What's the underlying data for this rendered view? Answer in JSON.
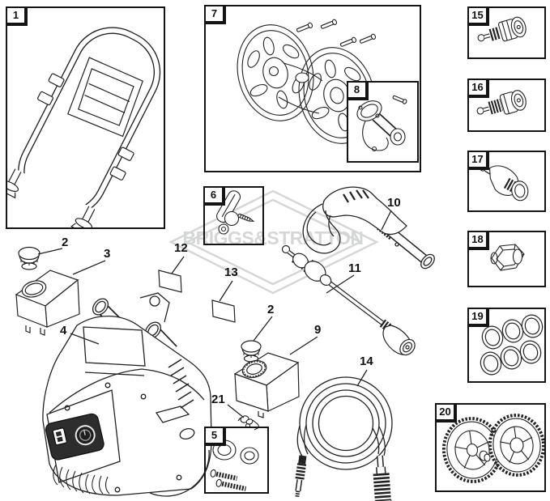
{
  "diagram": {
    "watermark_text": "BRIGGS&STRATTON",
    "watermark_color": "#d5d7d7",
    "line_color": "#222222",
    "panel_dark_color": "#2d2d2d",
    "boxed_items": [
      {
        "number": "1",
        "part": "handle-assembly"
      },
      {
        "number": "7",
        "part": "hose-reel"
      },
      {
        "number": "8",
        "part": "reel-swivel-fitting"
      },
      {
        "number": "6",
        "part": "trigger-lock-kit"
      },
      {
        "number": "5",
        "part": "knob-and-screw-kit"
      },
      {
        "number": "15",
        "part": "quick-connect-coupler"
      },
      {
        "number": "16",
        "part": "quick-connect-coupler-2"
      },
      {
        "number": "17",
        "part": "spray-nozzle"
      },
      {
        "number": "18",
        "part": "hose-nut"
      },
      {
        "number": "19",
        "part": "o-ring-set"
      },
      {
        "number": "20",
        "part": "wheel-pair"
      }
    ],
    "callouts": [
      {
        "number": "2",
        "part": "tank-cap"
      },
      {
        "number": "3",
        "part": "detergent-tank"
      },
      {
        "number": "12",
        "part": "label-sticker"
      },
      {
        "number": "13",
        "part": "label-sticker-2"
      },
      {
        "number": "4",
        "part": "pressure-washer-body"
      },
      {
        "number": "10",
        "part": "spray-gun"
      },
      {
        "number": "11",
        "part": "spray-wand"
      },
      {
        "number": "2",
        "part": "tank-cap-2"
      },
      {
        "number": "9",
        "part": "secondary-tank"
      },
      {
        "number": "21",
        "part": "tank-fitting"
      },
      {
        "number": "14",
        "part": "high-pressure-hose"
      }
    ]
  }
}
